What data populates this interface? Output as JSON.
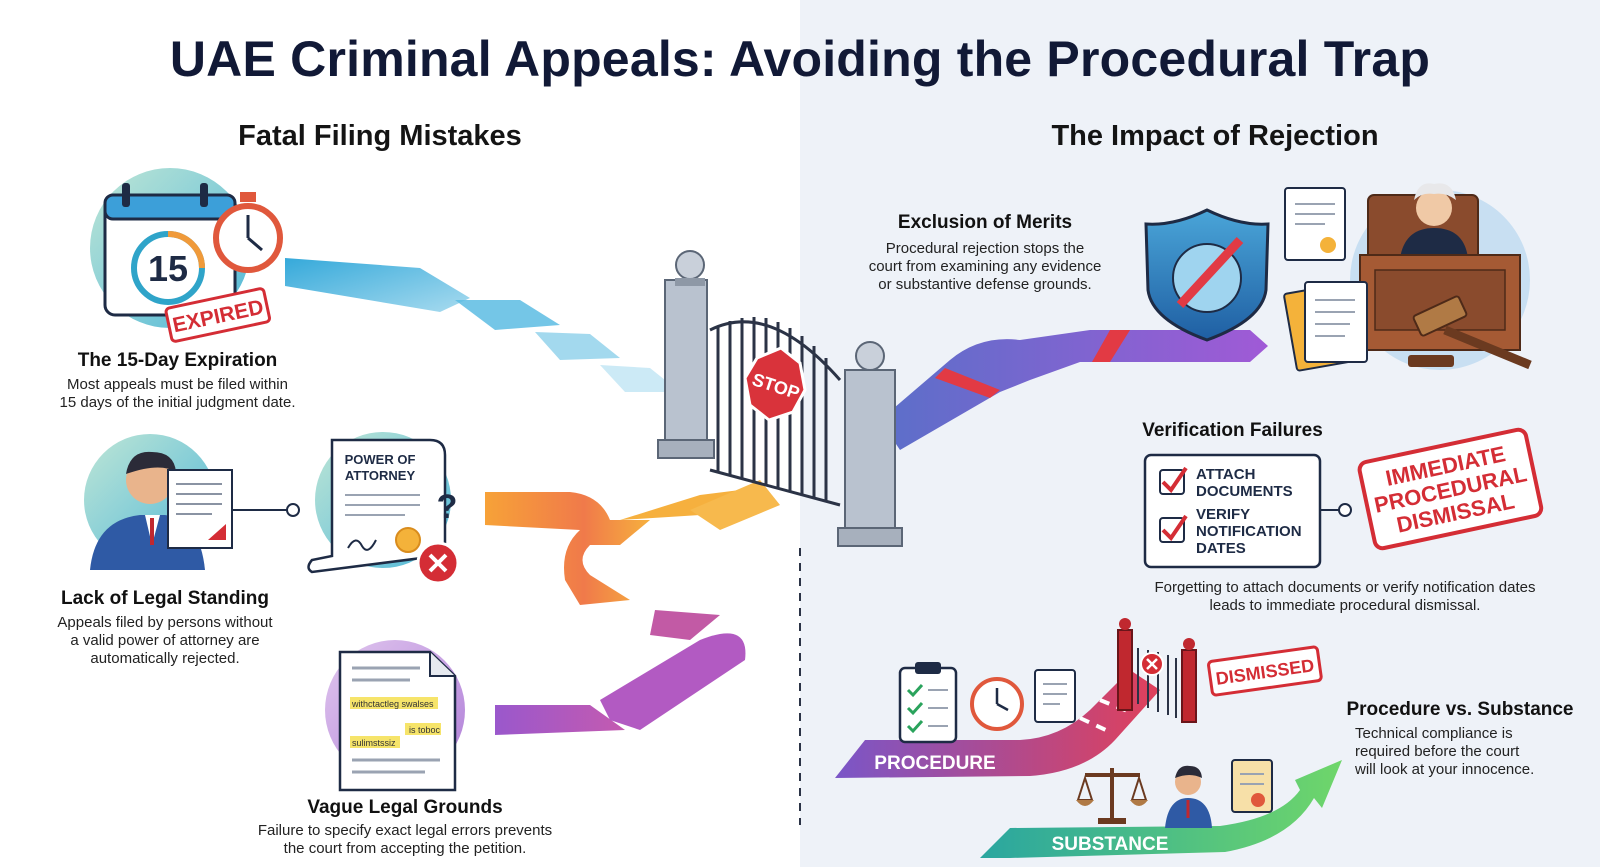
{
  "title": "UAE Criminal Appeals: Avoiding the Procedural Trap",
  "left": {
    "heading": "Fatal Filing Mistakes",
    "mistakes": [
      {
        "title": "The 15-Day Expiration",
        "desc": [
          "Most appeals must be filed within",
          "15 days of the initial judgment date."
        ],
        "calendar_number": "15",
        "stamp": "EXPIRED"
      },
      {
        "title": "Lack of Legal Standing",
        "desc": [
          "Appeals filed by persons without",
          "a valid power of attorney are",
          "automatically rejected."
        ],
        "document_label": [
          "POWER OF",
          "ATTORNEY"
        ],
        "symbol": "?"
      },
      {
        "title": "Vague Legal Grounds",
        "desc": [
          "Failure to specify exact legal errors prevents",
          "the court from accepting the petition."
        ],
        "doc_snippets": [
          "withctactleg swalses",
          "is toboc",
          "sulimstssiz"
        ]
      }
    ]
  },
  "gate": {
    "sign": "STOP"
  },
  "right": {
    "heading": "The Impact of Rejection",
    "exclusion": {
      "title": "Exclusion of Merits",
      "desc": [
        "Procedural rejection stops the",
        "court from examining any evidence",
        "or substantive defense grounds."
      ]
    },
    "verification": {
      "title": "Verification Failures",
      "checklist": [
        [
          "ATTACH",
          "DOCUMENTS"
        ],
        [
          "VERIFY",
          "NOTIFICATION",
          "DATES"
        ]
      ],
      "stamp": [
        "IMMEDIATE",
        "PROCEDURAL",
        "DISMISSAL"
      ],
      "desc": [
        "Forgetting to attach documents or verify notification dates",
        "leads to immediate procedural dismissal."
      ]
    },
    "procedure_vs_substance": {
      "title": "Procedure vs. Substance",
      "desc": [
        "Technical compliance is",
        "required before the court",
        "will look at your innocence."
      ],
      "procedure_label": "PROCEDURE",
      "substance_label": "SUBSTANCE",
      "stamp": "DISMISSED"
    }
  },
  "colors": {
    "title": "#111936",
    "stamp_red": "#d42d35",
    "path_blue": "#3fb1dd",
    "path_orange": "#f49a35",
    "path_purple": "#8f5ad6",
    "gate": "#8e98a6"
  }
}
